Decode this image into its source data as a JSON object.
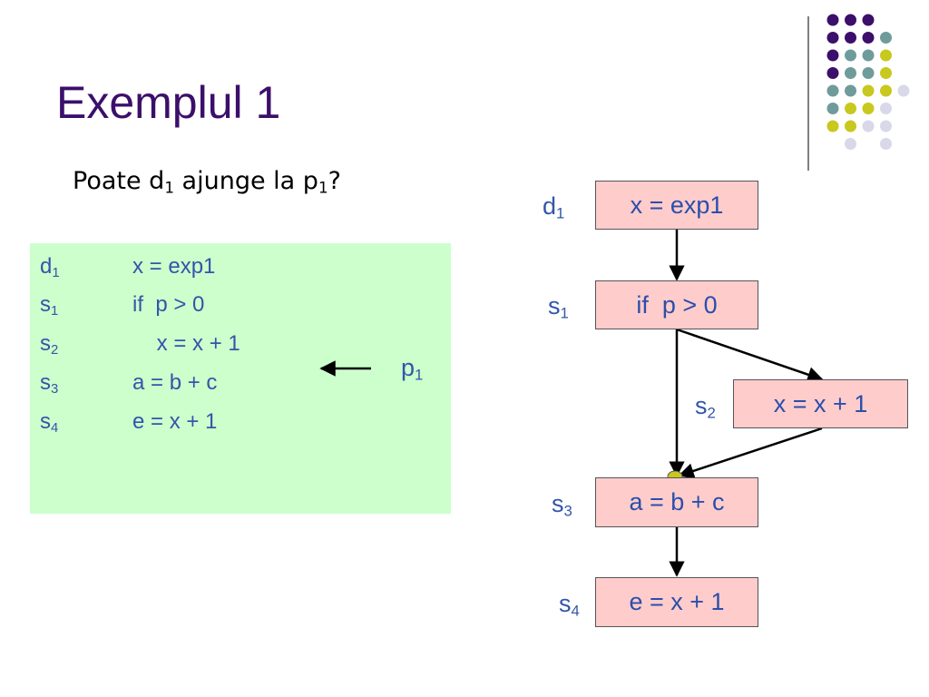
{
  "slide": {
    "title": "Exemplul 1",
    "question": {
      "prefix": "Poate d",
      "sub1": "1",
      "middle": " ajunge la p",
      "sub2": "1",
      "suffix": "?"
    }
  },
  "decoration": {
    "dots": [
      [
        "purple",
        "purple",
        "purple",
        null
      ],
      [
        "purple",
        "purple",
        "purple",
        "teal"
      ],
      [
        "purple",
        "teal",
        "teal",
        "yellow"
      ],
      [
        "purple",
        "teal",
        "teal",
        "yellow"
      ],
      [
        "teal",
        "teal",
        "yellow",
        "yellow",
        "lavender"
      ],
      [
        "teal",
        "yellow",
        "yellow",
        "lavender"
      ],
      [
        "yellow",
        "yellow",
        "lavender",
        "lavender"
      ],
      [
        null,
        "lavender",
        null,
        "lavender"
      ]
    ],
    "colors": {
      "purple": "#3b0f6b",
      "teal": "#6f9b9b",
      "yellow": "#c8c81e",
      "lavender": "#d8d8e8"
    }
  },
  "code": {
    "lines": [
      {
        "label": "d",
        "sub": "1",
        "text": "x = exp1"
      },
      {
        "label": "s",
        "sub": "1",
        "text": "if  p > 0"
      },
      {
        "label": "s",
        "sub": "2",
        "text": "    x = x + 1"
      },
      {
        "label": "s",
        "sub": "3",
        "text": "a = b + c"
      },
      {
        "label": "s",
        "sub": "4",
        "text": "e = x + 1"
      }
    ],
    "point_label": {
      "base": "p",
      "sub": "1"
    }
  },
  "cfg": {
    "nodes": [
      {
        "label": "d",
        "sub": "1",
        "text": "x = exp1"
      },
      {
        "label": "s",
        "sub": "1",
        "text": "if  p > 0"
      },
      {
        "label": "s",
        "sub": "2",
        "text": "x = x + 1"
      },
      {
        "label": "s",
        "sub": "3",
        "text": "a = b + c"
      },
      {
        "label": "s",
        "sub": "4",
        "text": "e = x + 1"
      }
    ]
  }
}
